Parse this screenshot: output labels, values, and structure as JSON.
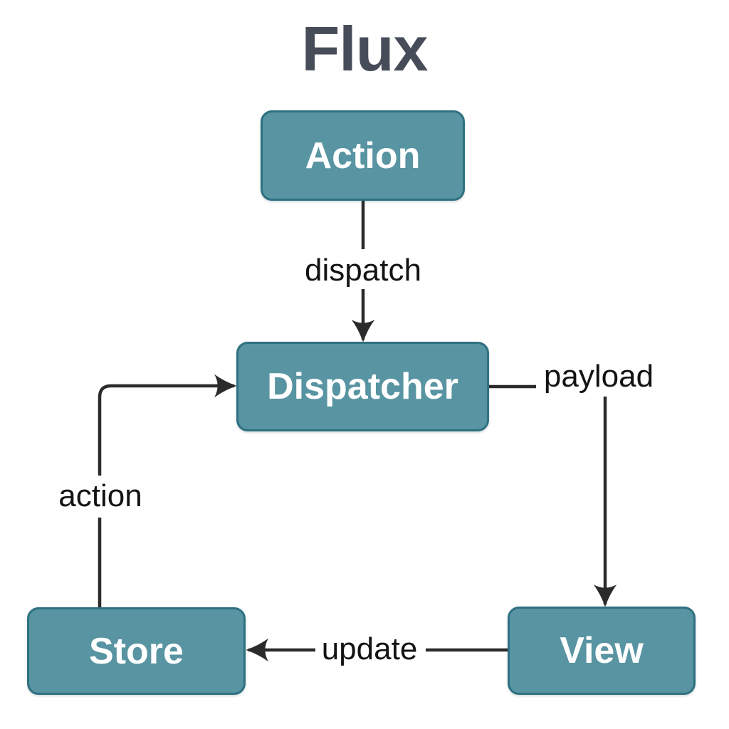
{
  "title": "Flux",
  "colors": {
    "background": "#ffffff",
    "node-fill": "#5894a2",
    "node-border": "#2e7181",
    "node-text": "#ffffff",
    "title": "#474c59",
    "arrow": "#2b2b2b",
    "edge-label": "#131313"
  },
  "nodes": [
    {
      "id": "action",
      "label": "Action"
    },
    {
      "id": "dispatcher",
      "label": "Dispatcher"
    },
    {
      "id": "store",
      "label": "Store"
    },
    {
      "id": "view",
      "label": "View"
    }
  ],
  "edges": [
    {
      "from": "action",
      "to": "dispatcher",
      "label": "dispatch"
    },
    {
      "from": "dispatcher",
      "to": "view",
      "label": "payload"
    },
    {
      "from": "view",
      "to": "store",
      "label": "update"
    },
    {
      "from": "store",
      "to": "dispatcher",
      "label": "action"
    }
  ]
}
